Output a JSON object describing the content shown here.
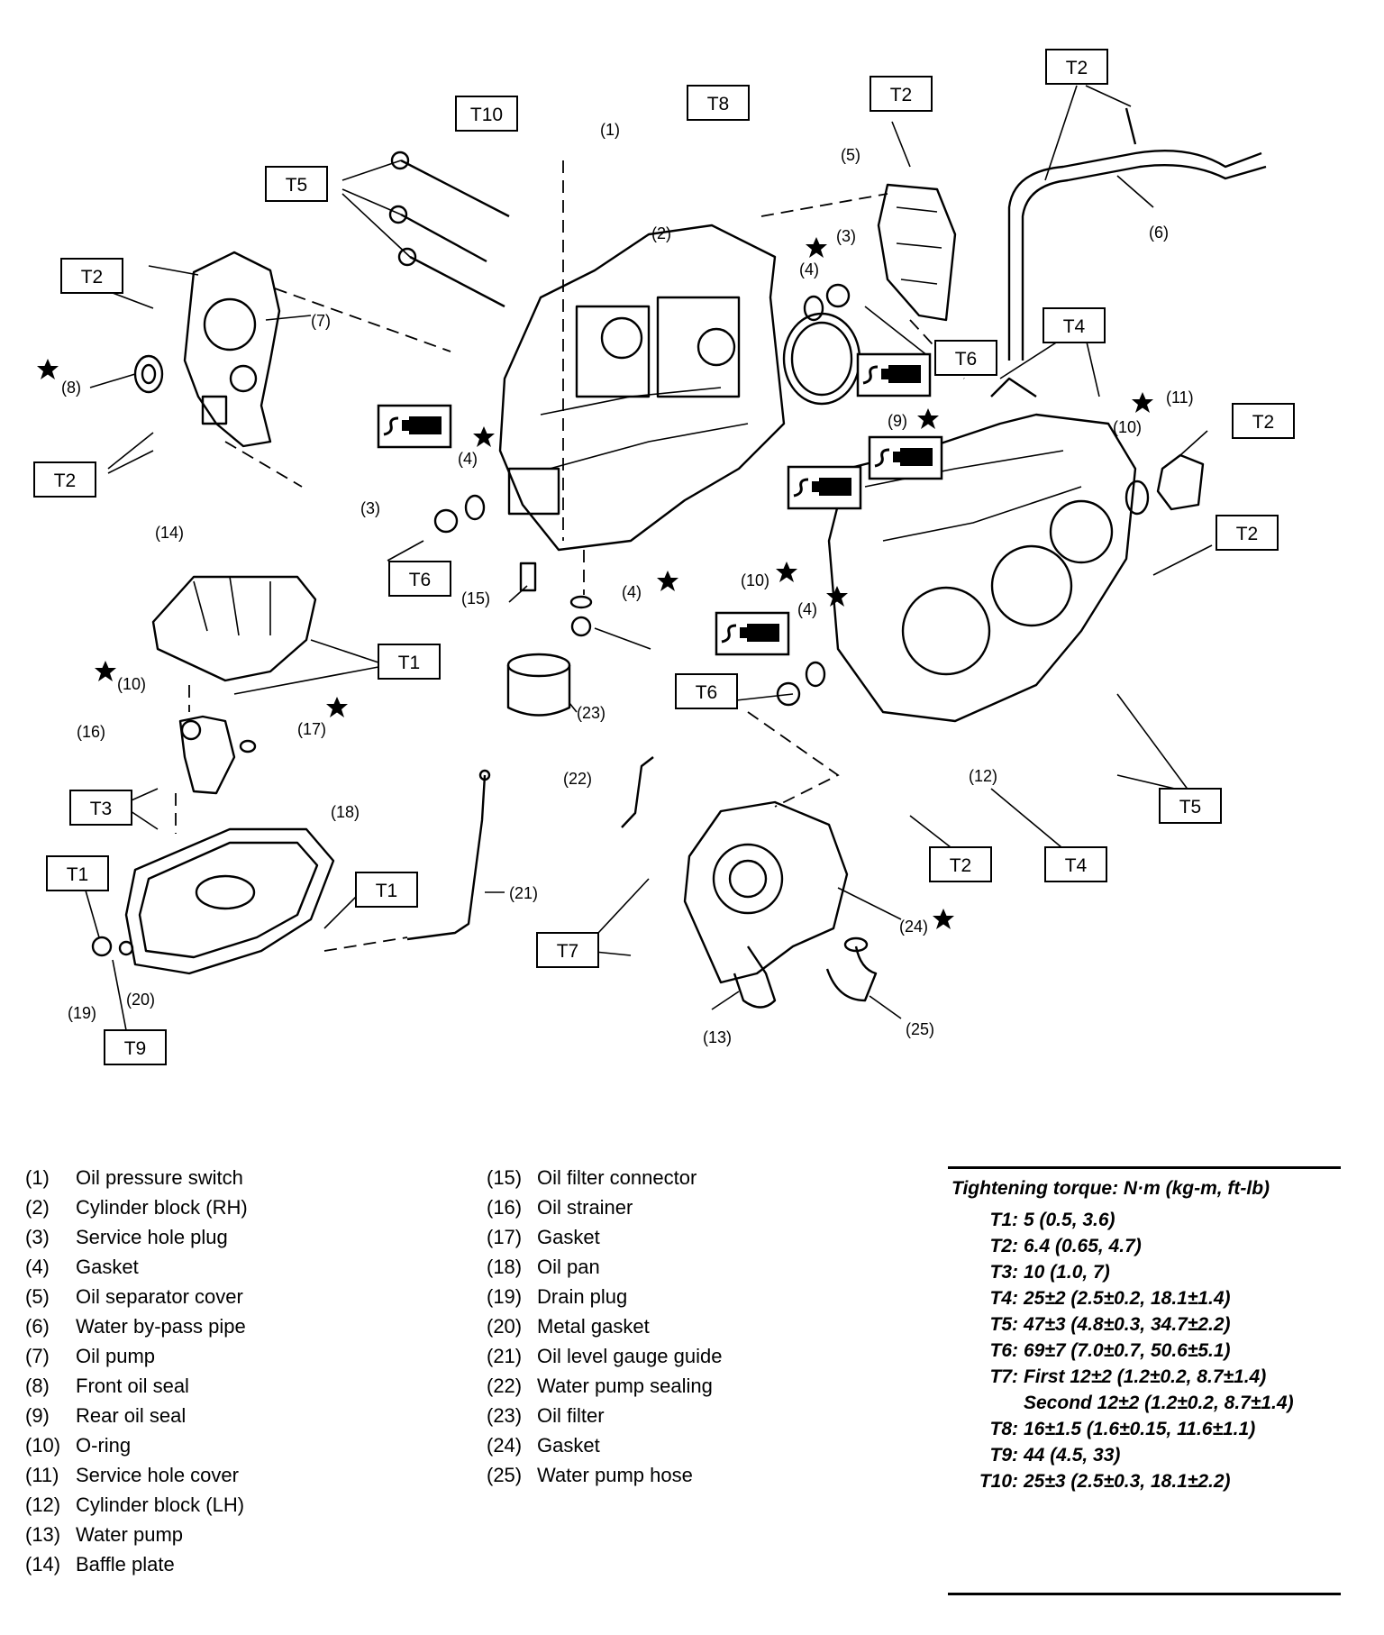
{
  "callouts": {
    "c1": "(1)",
    "c2": "(2)",
    "c3a": "(3)",
    "c3b": "(3)",
    "c4a": "(4)",
    "c4b": "(4)",
    "c4c": "(4)",
    "c4d": "(4)",
    "c5": "(5)",
    "c6": "(6)",
    "c7": "(7)",
    "c8": "(8)",
    "c9": "(9)",
    "c10a": "(10)",
    "c10b": "(10)",
    "c10c": "(10)",
    "c11": "(11)",
    "c12": "(12)",
    "c13": "(13)",
    "c14": "(14)",
    "c15": "(15)",
    "c16": "(16)",
    "c17": "(17)",
    "c18": "(18)",
    "c19": "(19)",
    "c20": "(20)",
    "c21": "(21)",
    "c22": "(22)",
    "c23": "(23)",
    "c24": "(24)",
    "c25": "(25)"
  },
  "torque_tags": {
    "t10": "T10",
    "t8": "T8",
    "t5a": "T5",
    "t2a": "T2",
    "t2b": "T2",
    "t2c": "T2",
    "t2d": "T2",
    "t2e": "T2",
    "t2f": "T2",
    "t2g": "T2",
    "t6a": "T6",
    "t6b": "T6",
    "t6c": "T6",
    "t4a": "T4",
    "t4b": "T4",
    "t1a": "T1",
    "t1b": "T1",
    "t1c": "T1",
    "t3": "T3",
    "t9": "T9",
    "t7": "T7",
    "t5b": "T5"
  },
  "legend": [
    {
      "num": "(1)",
      "name": "Oil pressure switch"
    },
    {
      "num": "(2)",
      "name": "Cylinder block (RH)"
    },
    {
      "num": "(3)",
      "name": "Service hole plug"
    },
    {
      "num": "(4)",
      "name": "Gasket"
    },
    {
      "num": "(5)",
      "name": "Oil separator cover"
    },
    {
      "num": "(6)",
      "name": "Water by-pass pipe"
    },
    {
      "num": "(7)",
      "name": "Oil pump"
    },
    {
      "num": "(8)",
      "name": "Front oil seal"
    },
    {
      "num": "(9)",
      "name": "Rear oil seal"
    },
    {
      "num": "(10)",
      "name": "O-ring"
    },
    {
      "num": "(11)",
      "name": "Service hole cover"
    },
    {
      "num": "(12)",
      "name": "Cylinder block (LH)"
    },
    {
      "num": "(13)",
      "name": "Water pump"
    },
    {
      "num": "(14)",
      "name": "Baffle plate"
    },
    {
      "num": "(15)",
      "name": "Oil filter connector"
    },
    {
      "num": "(16)",
      "name": "Oil strainer"
    },
    {
      "num": "(17)",
      "name": "Gasket"
    },
    {
      "num": "(18)",
      "name": "Oil pan"
    },
    {
      "num": "(19)",
      "name": "Drain plug"
    },
    {
      "num": "(20)",
      "name": "Metal gasket"
    },
    {
      "num": "(21)",
      "name": "Oil level gauge guide"
    },
    {
      "num": "(22)",
      "name": "Water pump sealing"
    },
    {
      "num": "(23)",
      "name": "Oil filter"
    },
    {
      "num": "(24)",
      "name": "Gasket"
    },
    {
      "num": "(25)",
      "name": "Water pump hose"
    }
  ],
  "torque": {
    "title": "Tightening torque: N·m (kg-m, ft-lb)",
    "rows": [
      {
        "key": "T1:",
        "value": "5 (0.5, 3.6)"
      },
      {
        "key": "T2:",
        "value": "6.4 (0.65, 4.7)"
      },
      {
        "key": "T3:",
        "value": "10 (1.0, 7)"
      },
      {
        "key": "T4:",
        "value": "25±2 (2.5±0.2, 18.1±1.4)"
      },
      {
        "key": "T5:",
        "value": "47±3 (4.8±0.3, 34.7±2.2)"
      },
      {
        "key": "T6:",
        "value": "69±7 (7.0±0.7, 50.6±5.1)"
      },
      {
        "key": "T7:",
        "value": "First 12±2 (1.2±0.2, 8.7±1.4) Second 12±2 (1.2±0.2, 8.7±1.4)"
      },
      {
        "key": "T8:",
        "value": "16±1.5 (1.6±0.15, 11.6±1.1)"
      },
      {
        "key": "T9:",
        "value": "44 (4.5, 33)"
      },
      {
        "key": "T10:",
        "value": "25±3 (2.5±0.3, 18.1±2.2)"
      }
    ]
  }
}
